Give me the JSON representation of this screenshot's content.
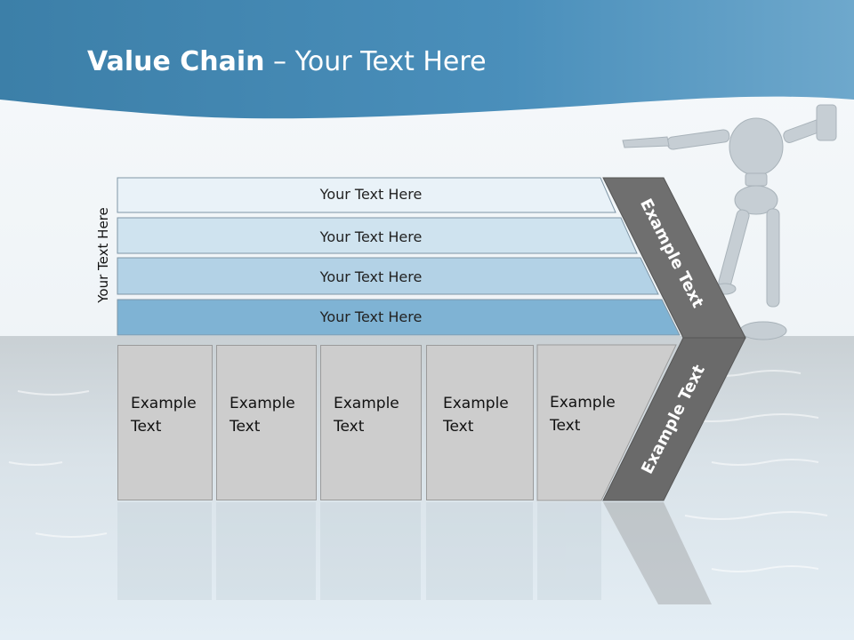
{
  "slide": {
    "title_bold": "Value Chain",
    "title_rest": " – Your Text Here"
  },
  "vertical_label": "Your Text Here",
  "bars": [
    {
      "label": "Your Text Here",
      "color": "#e9f2f8"
    },
    {
      "label": "Your Text Here",
      "color": "#cfe3ef"
    },
    {
      "label": "Your Text Here",
      "color": "#b3d2e6"
    },
    {
      "label": "Your Text Here",
      "color": "#7fb3d4"
    }
  ],
  "boxes": [
    {
      "line1": "Example",
      "line2": "Text"
    },
    {
      "line1": "Example",
      "line2": "Text"
    },
    {
      "line1": "Example",
      "line2": "Text"
    },
    {
      "line1": "Example",
      "line2": "Text"
    },
    {
      "line1": "Example",
      "line2": "Text"
    }
  ],
  "chevron": {
    "upper_label": "Example Text",
    "lower_label": "Example Text",
    "upper_color": "#6f6f6f",
    "lower_color": "#6a6a6a"
  },
  "colors": {
    "header_blue": "#3f85b0",
    "box_gray": "#cdcdcd"
  }
}
